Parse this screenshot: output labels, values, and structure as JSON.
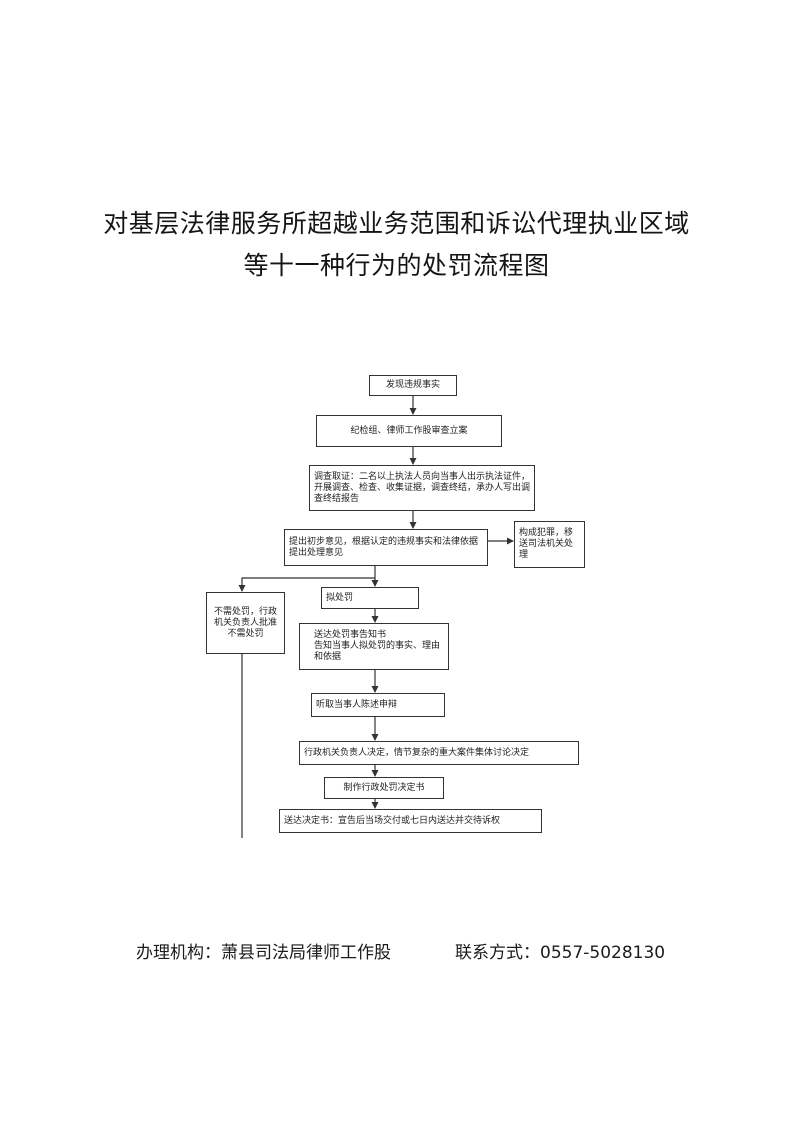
{
  "title": {
    "line1": "对基层法律服务所超越业务范围和诉讼代理执业区域",
    "line2": "等十一种行为的处罚流程图"
  },
  "flow": {
    "discover": "发现违规事实",
    "register": "纪检组、律师工作股审查立案",
    "investigate": "调查取证：二名以上执法人员向当事人出示执法证件，开展调查、检查、收集证据，调查终结，承办人写出调查终结报告",
    "preliminary": "提出初步意见，根据认定的违规事实和法律依据提出处理意见",
    "crime": "构成犯罪，移送司法机关处理",
    "no_penalty": "不需处罚，行政机关负责人批准不需处罚",
    "propose": "拟处罚",
    "notify": "送达处罚事告知书\n告知当事人拟处罚的事实、理由和依据",
    "hear": "听取当事人陈述申辩",
    "decide": "行政机关负责人决定，情节复杂的重大案件集体讨论决定",
    "make_decision": "制作行政处罚决定书",
    "deliver": "送达决定书：宣告后当场交付或七日内送达并交待诉权"
  },
  "footer": {
    "org_label": "办理机构：萧县司法局律师工作股",
    "contact_label": "联系方式：0557-5028130"
  }
}
